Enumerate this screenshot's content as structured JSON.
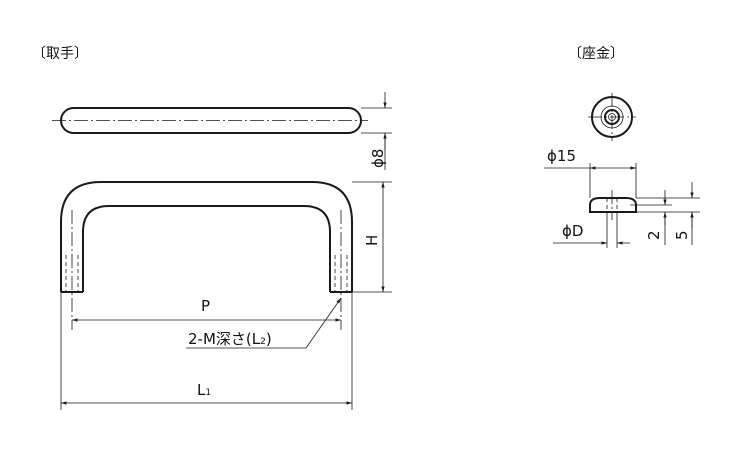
{
  "handle": {
    "section_label": "〔取手〕",
    "dim_diameter": "ϕ8",
    "dim_height": "H",
    "dim_pitch": "P",
    "dim_thread": "2-M深さ(L",
    "dim_thread_sub": "2",
    "dim_thread_close": ")",
    "dim_length": "L",
    "dim_length_sub": "1"
  },
  "washer": {
    "section_label": "〔座金〕",
    "dim_outer": "ϕ15",
    "dim_inner": "ϕD",
    "dim_thickness_small": "2",
    "dim_thickness_total": "5"
  }
}
